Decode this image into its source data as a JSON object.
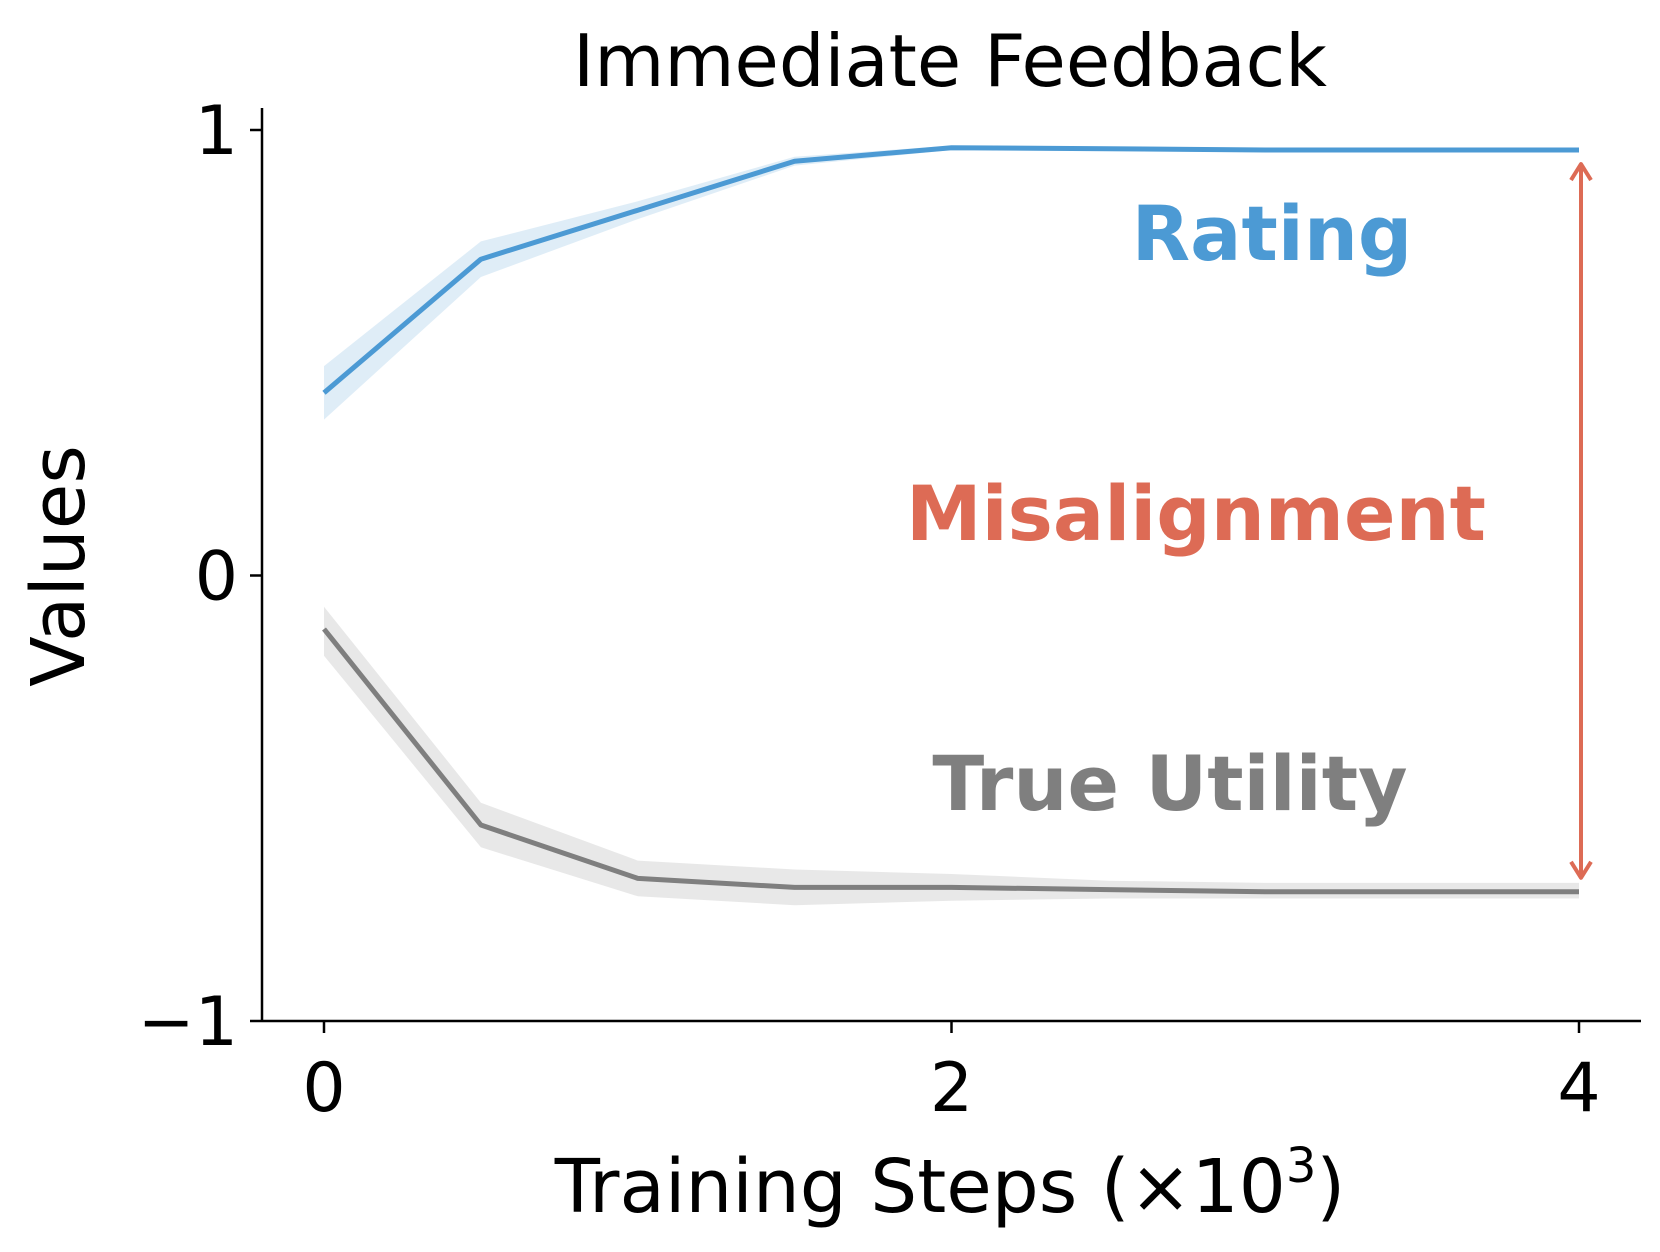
{
  "chart_data": {
    "type": "line",
    "title": "Immediate Feedback",
    "xlabel": "Training Steps (×10",
    "xlabel_superscript": "3",
    "xlabel_suffix": ")",
    "ylabel": "Values",
    "xlim": [
      -0.2,
      4.2
    ],
    "ylim": [
      -1,
      1.05
    ],
    "x_ticks": [
      0,
      2,
      4
    ],
    "y_ticks": [
      1,
      0,
      -1
    ],
    "y_tick_labels": [
      "1",
      "0",
      "−1"
    ],
    "grid": false,
    "legend": "none",
    "x": [
      0,
      0.5,
      1,
      1.5,
      2,
      2.5,
      3,
      3.5,
      4
    ],
    "series": [
      {
        "name": "Rating",
        "color": "#4c9ad4",
        "values": [
          0.41,
          0.71,
          0.82,
          0.93,
          0.96,
          0.958,
          0.955,
          0.955,
          0.955
        ],
        "lower": [
          0.35,
          0.67,
          0.8,
          0.92,
          0.955,
          0.953,
          0.95,
          0.95,
          0.95
        ],
        "upper": [
          0.47,
          0.75,
          0.84,
          0.94,
          0.965,
          0.963,
          0.96,
          0.96,
          0.96
        ]
      },
      {
        "name": "True Utility",
        "color": "#7f7f7f",
        "values": [
          -0.12,
          -0.56,
          -0.68,
          -0.7,
          -0.7,
          -0.705,
          -0.71,
          -0.71,
          -0.71
        ],
        "lower": [
          -0.18,
          -0.61,
          -0.72,
          -0.74,
          -0.73,
          -0.725,
          -0.725,
          -0.725,
          -0.725
        ],
        "upper": [
          -0.07,
          -0.51,
          -0.64,
          -0.66,
          -0.67,
          -0.685,
          -0.69,
          -0.69,
          -0.69
        ]
      }
    ],
    "annotations": {
      "rating_label": "Rating",
      "utility_label": "True Utility",
      "misalignment_label": "Misalignment",
      "misalignment_color": "#dd6b55",
      "arrow_x": 4,
      "arrow_from": 0.955,
      "arrow_to": -0.71
    }
  }
}
